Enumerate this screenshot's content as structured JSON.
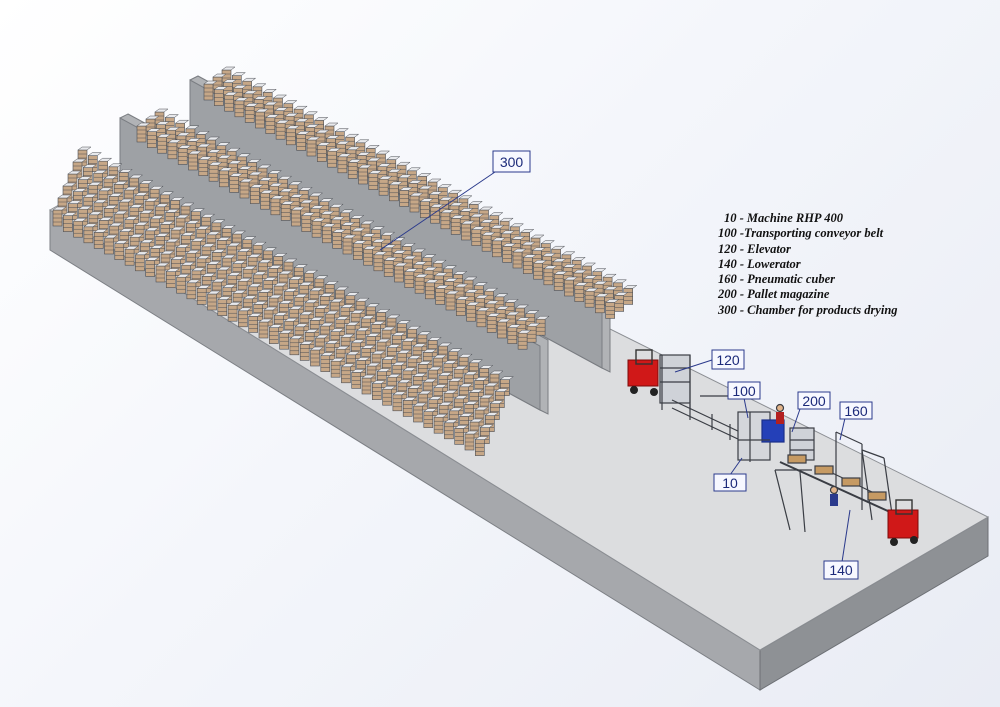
{
  "legend": {
    "items": [
      "10 - Machine RHP 400",
      "100 -Transporting conveyor belt",
      "120 - Elevator",
      "140 - Lowerator",
      "160 - Pneumatic cuber",
      "200 - Pallet magazine",
      "300 - Chamber for products drying"
    ]
  },
  "callouts": {
    "c300": "300",
    "c120": "120",
    "c100": "100",
    "c200": "200",
    "c160": "160",
    "c10": "10",
    "c140": "140"
  },
  "colors": {
    "floor_top": "#dadbdd",
    "floor_side": "#b9bbbe",
    "floor_front": "#9fa2a6",
    "wall": "#a8aaad",
    "rack_frame": "#4c4f55",
    "rack_product": "#c6a787",
    "forklift": "#d01818",
    "callout_stroke": "#2b3a8c",
    "callout_fill": "#f7f8ff"
  }
}
